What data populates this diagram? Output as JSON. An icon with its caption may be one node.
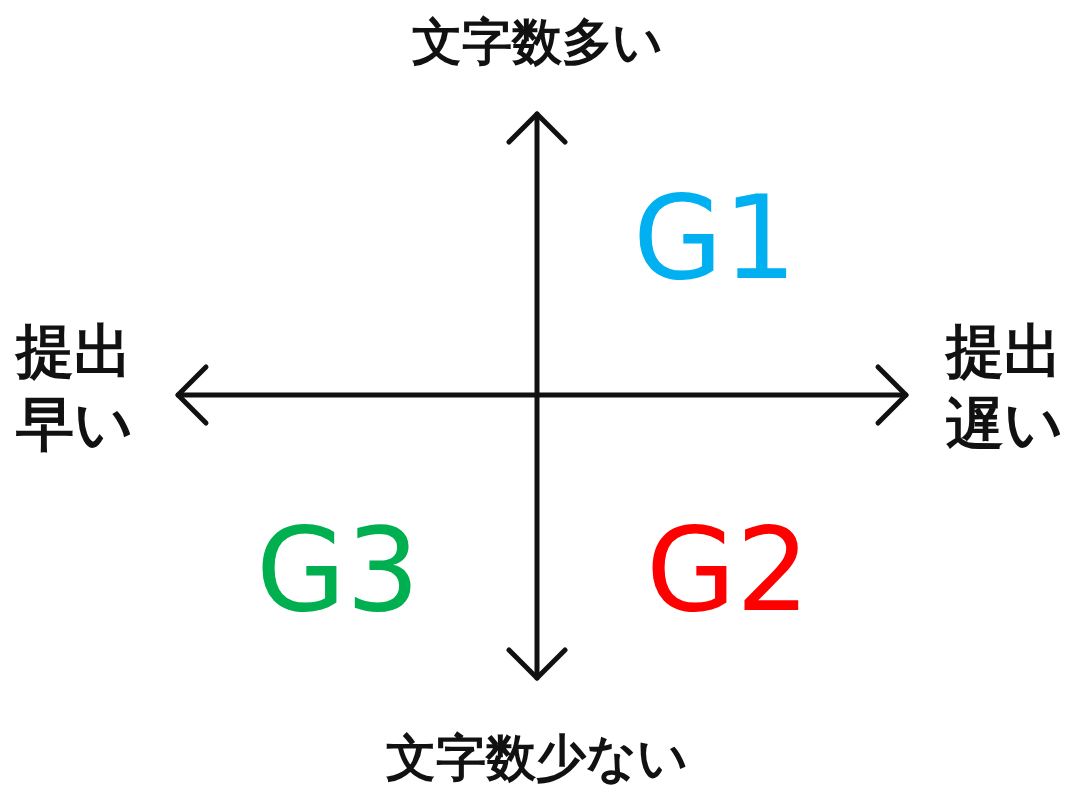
{
  "diagram": {
    "labels": [
      "文字数多い",
      "G1",
      "提出早い",
      "提出遅い",
      "G3",
      "G2",
      "文字数少ない"
    ]
  }
}
